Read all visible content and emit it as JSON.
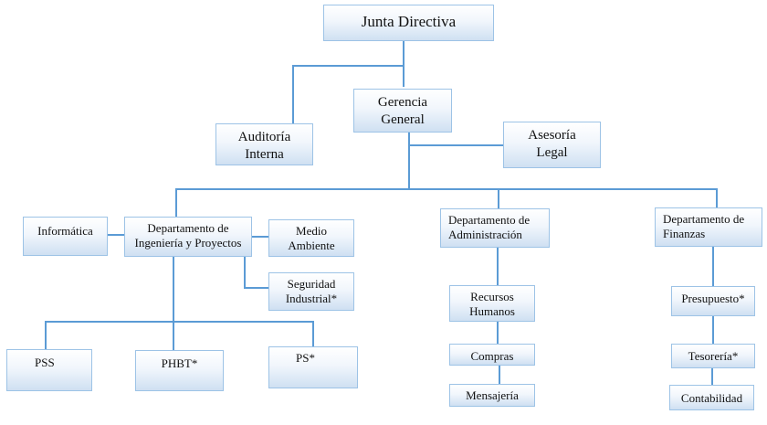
{
  "org_chart": {
    "junta": {
      "line1": "Junta Directiva"
    },
    "gerencia": {
      "line1": "Gerencia",
      "line2": "General"
    },
    "auditoria": {
      "line1": "Auditoría",
      "line2": "Interna"
    },
    "asesoria": {
      "line1": "Asesoría",
      "line2": "Legal"
    },
    "informatica": {
      "line1": "Informática"
    },
    "ingenieria": {
      "line1": "Departamento de",
      "line2": "Ingeniería y Proyectos"
    },
    "medio_ambiente": {
      "line1": "Medio",
      "line2": "Ambiente"
    },
    "seguridad": {
      "line1": "Seguridad",
      "line2": "Industrial*"
    },
    "pss": {
      "line1": "PSS"
    },
    "phbt": {
      "line1": "PHBT*"
    },
    "ps": {
      "line1": "PS*"
    },
    "administracion": {
      "line1": "Departamento de",
      "line2": "Administración"
    },
    "recursos_humanos": {
      "line1": "Recursos",
      "line2": "Humanos"
    },
    "compras": {
      "line1": "Compras"
    },
    "mensajeria": {
      "line1": "Mensajería"
    },
    "finanzas": {
      "line1": "Departamento de",
      "line2": "Finanzas"
    },
    "presupuesto": {
      "line1": "Presupuesto*"
    },
    "tesoreria": {
      "line1": "Tesorería*"
    },
    "contabilidad": {
      "line1": "Contabilidad"
    }
  },
  "colors": {
    "line": "#5b9bd5",
    "box_border": "#9dc3e6",
    "box_bottom": "#cfe0f2"
  }
}
